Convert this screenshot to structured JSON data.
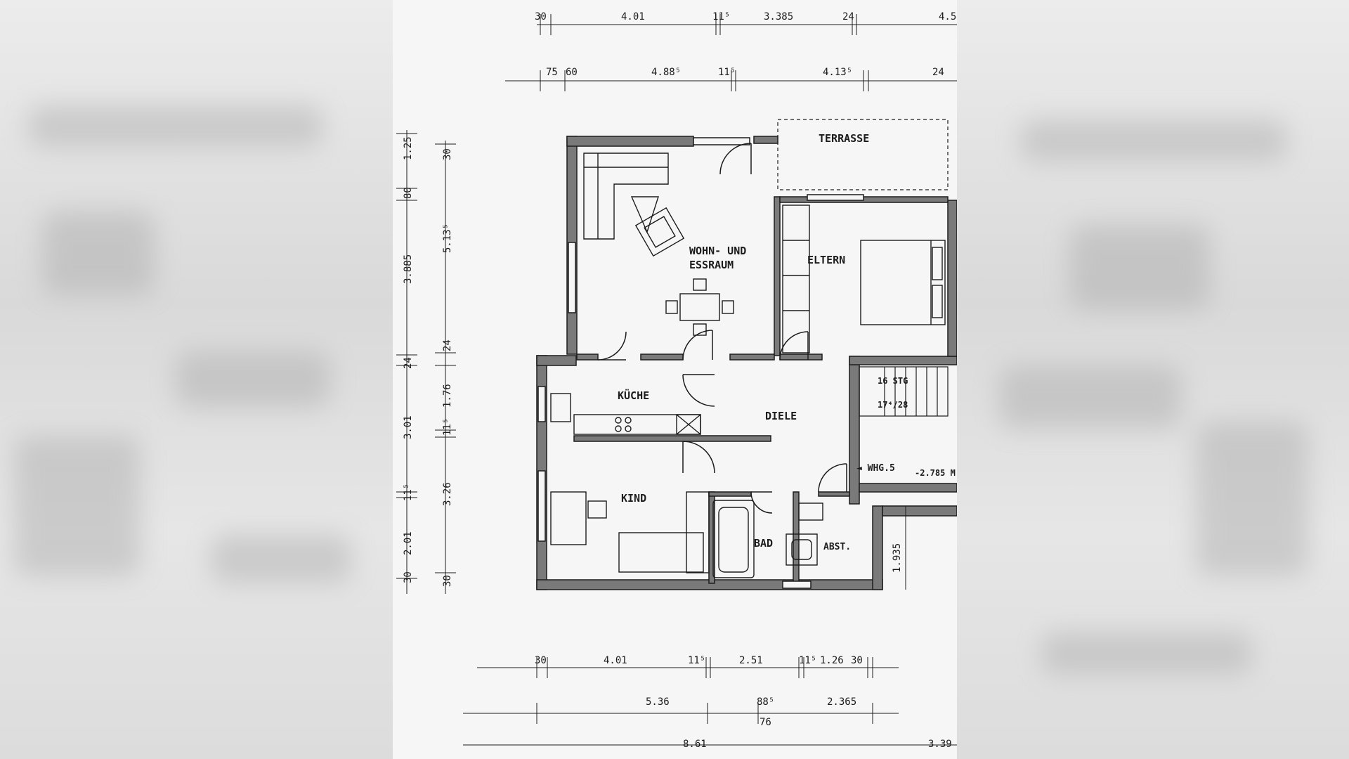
{
  "colors": {
    "line": "#1c1c1c",
    "wall": "#7a7a7a",
    "paper": "#f6f6f6"
  },
  "rooms": {
    "wohn_1": "WOHN- UND",
    "wohn_2": "ESSRAUM",
    "eltern": "ELTERN",
    "terrasse": "TERRASSE",
    "kueche": "KÜCHE",
    "diele": "DIELE",
    "kind": "KIND",
    "bad": "BAD",
    "abst": "ABST.",
    "stg_1": "16 STG",
    "stg_2": "17⁴/28",
    "whg": "◄ WHG.5",
    "whg_level": "-2.785 M"
  },
  "dims": {
    "top1": [
      "30",
      "4.01",
      "11⁵",
      "3.385",
      "24",
      "4.5"
    ],
    "top2": [
      "75",
      "60",
      "4.88⁵",
      "11⁵",
      "4.13⁵",
      "24"
    ],
    "left_outer": [
      "1.25",
      "80",
      "3.885",
      "24",
      "3.01",
      "11⁵",
      "2.01",
      "30"
    ],
    "left_inner": [
      "30",
      "5.13⁵",
      "24",
      "1.76",
      "11⁵",
      "3.26",
      "30"
    ],
    "bottom1": [
      "30",
      "4.01",
      "11⁵",
      "2.51",
      "11⁵",
      "1.26",
      "30"
    ],
    "bottom2": [
      "5.36",
      "88⁵",
      "76",
      "2.365"
    ],
    "bottom3": [
      "8.61",
      "3.39"
    ],
    "right": [
      "1.935"
    ]
  }
}
